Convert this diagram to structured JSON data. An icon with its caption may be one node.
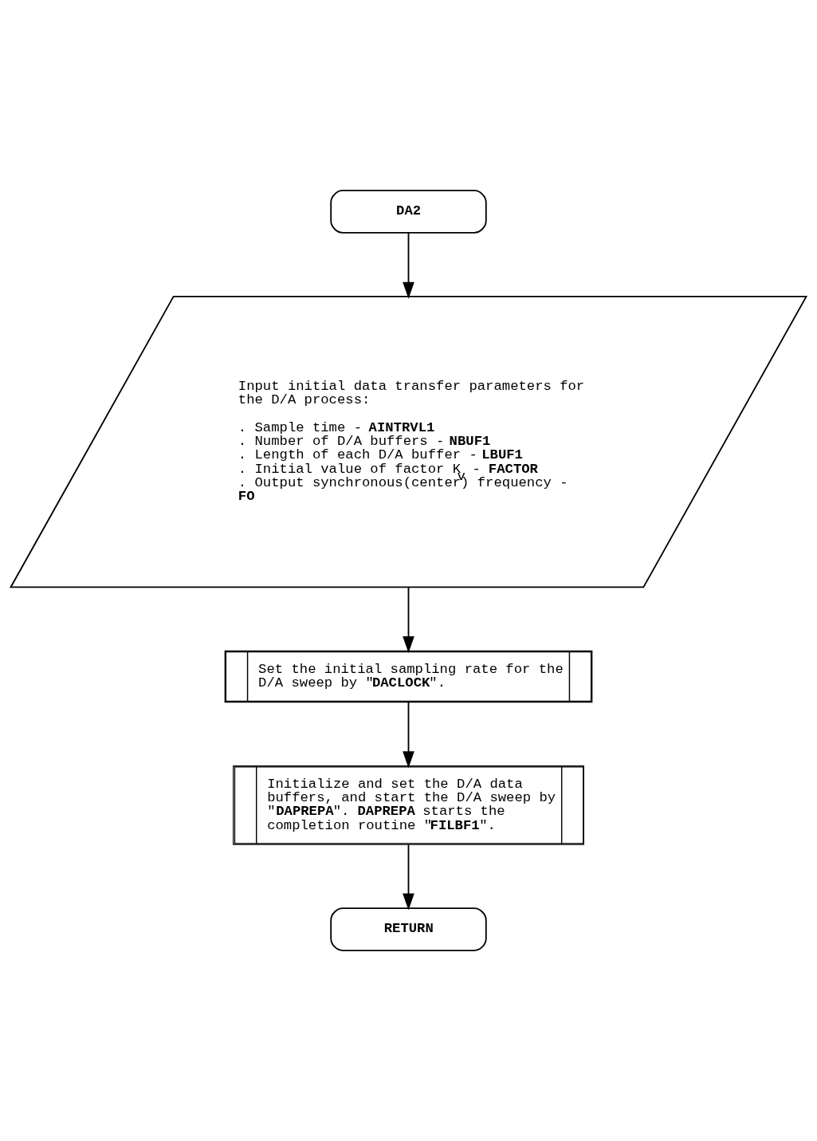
{
  "diagram": {
    "nodes": [
      {
        "text": [
          "**DA2**"
        ]
      },
      {
        "text": [
          "Input initial data transfer parameters for the D/A process:",
          ". Sample time - **AINTRVL1**",
          ". Number of D/A buffers - **NBUF1**",
          ". Length of each D/A buffer - **LBUF1**",
          ". Initial value of factor K$_{v}$ - **FACTOR**",
          ". Output synchronous(center) frequency - **FO**"
        ]
      },
      {
        "text": [
          "Set the initial sampling rate for the D/A sweep by \"**DACLOCK**\"."
        ]
      },
      {
        "text": [
          "Initialize and set the D/A data buffers, and start the D/A sweep by \"**DAPREPA**\". **DAPREPA** starts the completion routine \"**FILBF1**\"."
        ]
      },
      {
        "text": [
          "**RETURN**"
        ]
      }
    ],
    "edges": [
      {
        "from": 0,
        "to": 1,
        "arrow": "to"
      },
      {
        "from": 1,
        "to": 2,
        "arrow": "to"
      },
      {
        "from": 2,
        "to": 3,
        "arrow": "to"
      },
      {
        "from": 3,
        "to": 4,
        "arrow": "to"
      }
    ]
  }
}
